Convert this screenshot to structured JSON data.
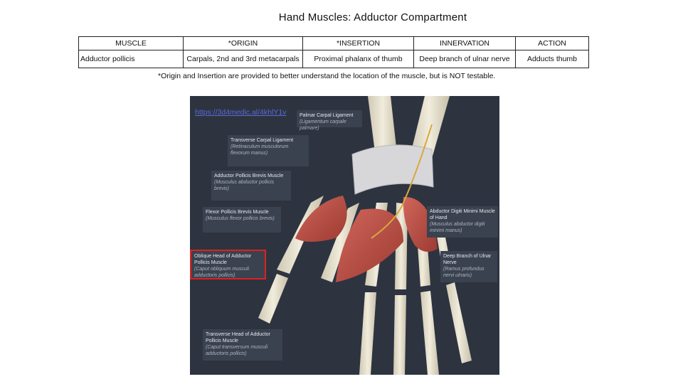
{
  "title": "Hand Muscles: Adductor Compartment",
  "table": {
    "headers": [
      "MUSCLE",
      "*ORIGIN",
      "*INSERTION",
      "INNERVATION",
      "ACTION"
    ],
    "rows": [
      [
        "Adductor pollicis",
        "Carpals, 2nd and 3rd metacarpals",
        "Proximal phalanx of thumb",
        "Deep branch of ulnar nerve",
        "Adducts thumb"
      ]
    ]
  },
  "footnote": "*Origin and Insertion are provided to better understand the location of the muscle, but is NOT testable.",
  "figure": {
    "link": "https://3d4medic.al/4khlY1v",
    "callouts": [
      {
        "name": "Palmar Carpal Ligament",
        "sci": "(Ligamentum carpale palmare)"
      },
      {
        "name": "Transverse Carpal Ligament",
        "sci": "(Retinaculum musculorum flexorum manus)"
      },
      {
        "name": "Adductor Pollicis Brevis Muscle",
        "sci": "(Musculus abductor pollicis brevis)"
      },
      {
        "name": "Flexor Pollicis Brevis Muscle",
        "sci": "(Musculus flexor pollicis brevis)"
      },
      {
        "name": "Oblique Head of Adductor Pollicis Muscle",
        "sci": "(Caput obliquum musculi adductoris pollicis)"
      },
      {
        "name": "Transverse Head of Adductor Pollicis Muscle",
        "sci": "(Caput transversum musculi adductoris pollicis)"
      },
      {
        "name": "Abductor Digiti Minimi Muscle of Hand",
        "sci": "(Musculus abductor digiti minimi manus)"
      },
      {
        "name": "Deep Branch of Ulnar Nerve",
        "sci": "(Ramus profundus nervi ulnaris)"
      }
    ],
    "colors": {
      "background": "#2d3440",
      "bone": "#e8e2cf",
      "muscle": "#b8473d",
      "highlight": "#e0201c"
    }
  }
}
